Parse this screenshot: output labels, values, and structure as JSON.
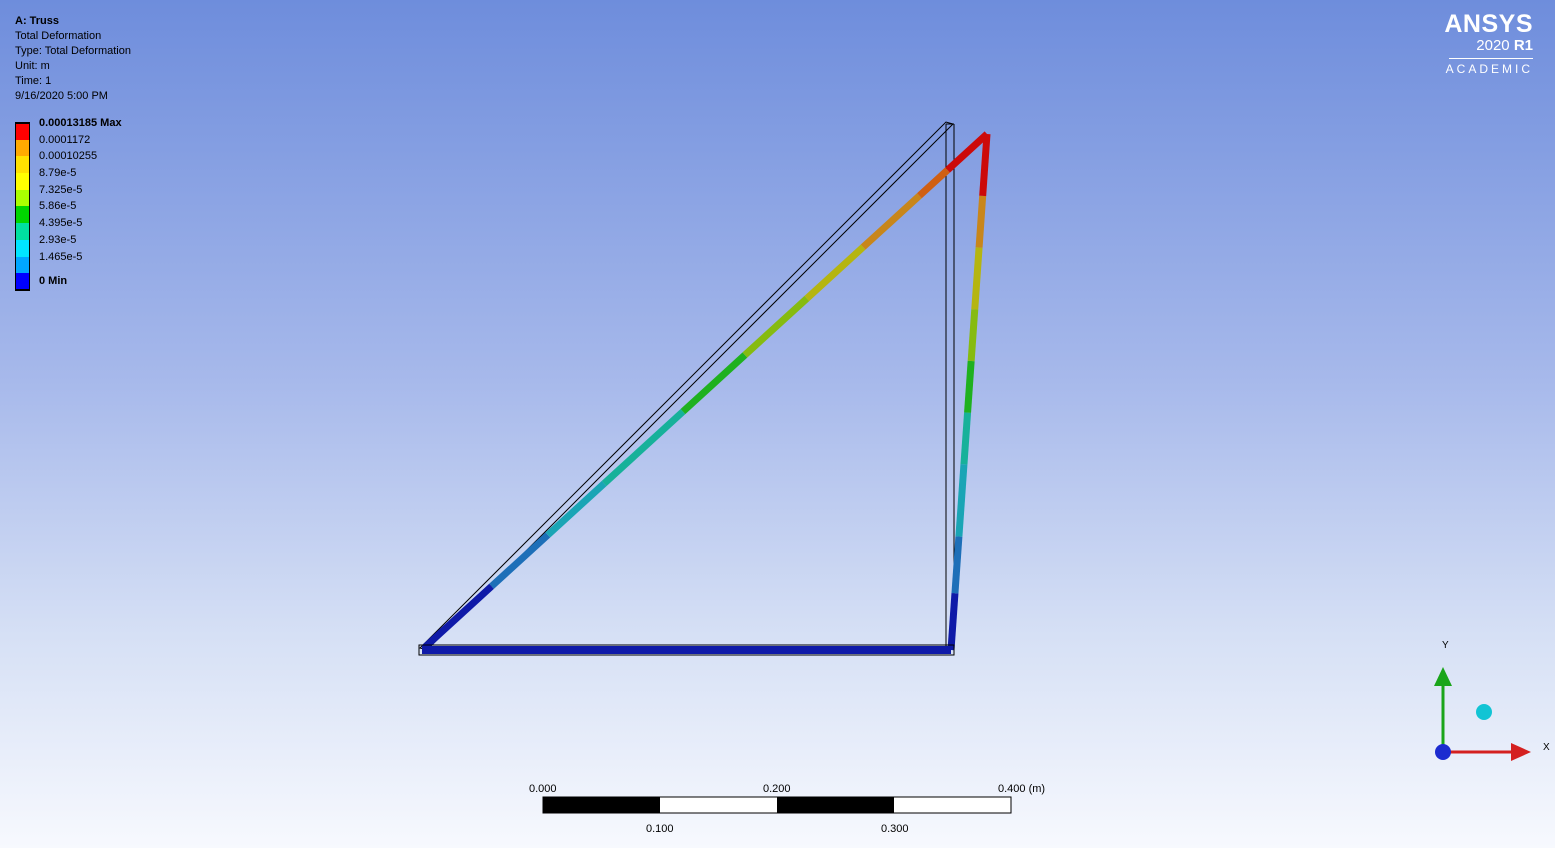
{
  "info": {
    "title": "A: Truss",
    "result": "Total Deformation",
    "type": "Type: Total Deformation",
    "unit": "Unit: m",
    "time": "Time: 1",
    "date": "9/16/2020 5:00 PM"
  },
  "legend": {
    "items": [
      {
        "label": "0.00013185 Max",
        "color": "#ff0000",
        "bold": true
      },
      {
        "label": "0.0001172",
        "color": "#ffaa00",
        "bold": false
      },
      {
        "label": "0.00010255",
        "color": "#ffe100",
        "bold": false
      },
      {
        "label": "8.79e-5",
        "color": "#ffff00",
        "bold": false
      },
      {
        "label": "7.325e-5",
        "color": "#aaff00",
        "bold": false
      },
      {
        "label": "5.86e-5",
        "color": "#00d600",
        "bold": false
      },
      {
        "label": "4.395e-5",
        "color": "#00e0a0",
        "bold": false
      },
      {
        "label": "2.93e-5",
        "color": "#00e5ff",
        "bold": false
      },
      {
        "label": "1.465e-5",
        "color": "#00a6ff",
        "bold": false
      },
      {
        "label": "0 Min",
        "color": "#0000ff",
        "bold": true
      }
    ]
  },
  "logo": {
    "brand": "ANSYS",
    "version": "2020",
    "release": "R1",
    "edition": "ACADEMIC"
  },
  "scale_bar": {
    "top_labels": [
      "0.000",
      "0.200",
      "0.400 (m)"
    ],
    "bottom_labels": [
      "0.100",
      "0.300"
    ]
  },
  "triad": {
    "y_label": "Y",
    "x_label": "X"
  }
}
